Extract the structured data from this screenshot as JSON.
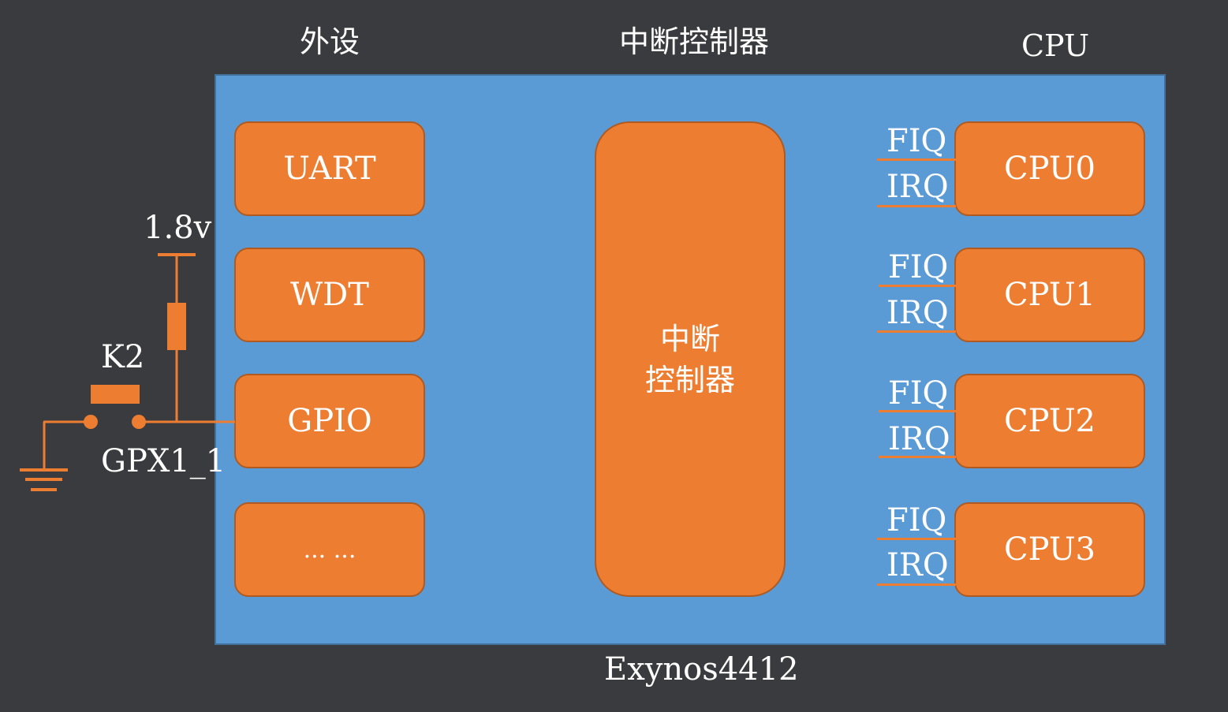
{
  "headers": {
    "peripherals": "外设",
    "controller": "中断控制器",
    "cpu": "CPU"
  },
  "chip_label": "Exynos4412",
  "peripherals": [
    "UART",
    "WDT",
    "GPIO",
    "... ..."
  ],
  "controller": {
    "line1": "中断",
    "line2": "控制器"
  },
  "cpus": [
    {
      "name": "CPU0",
      "fiq": "FIQ",
      "irq": "IRQ"
    },
    {
      "name": "CPU1",
      "fiq": "FIQ",
      "irq": "IRQ"
    },
    {
      "name": "CPU2",
      "fiq": "FIQ",
      "irq": "IRQ"
    },
    {
      "name": "CPU3",
      "fiq": "FIQ",
      "irq": "IRQ"
    }
  ],
  "circuit": {
    "voltage": "1.8v",
    "switch": "K2",
    "pin": "GPX1_1"
  },
  "colors": {
    "background": "#3a3b3e",
    "chip": "#5b9bd5",
    "block": "#ed7d31"
  }
}
